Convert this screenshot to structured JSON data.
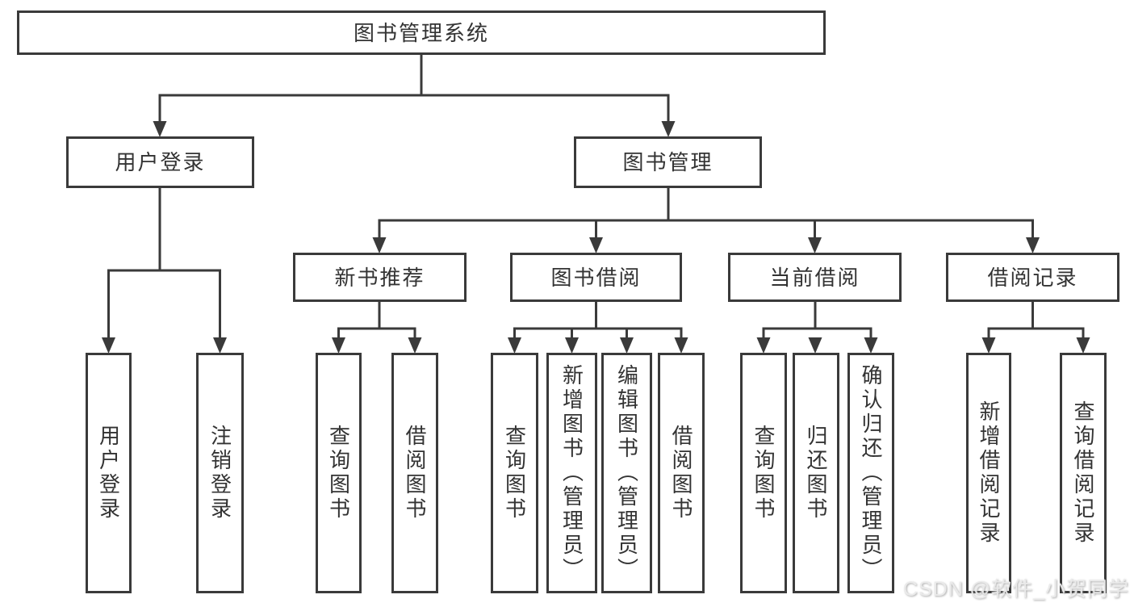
{
  "diagram": {
    "root": {
      "label": "图书管理系统"
    },
    "branches": [
      {
        "label": "用户登录",
        "children": [
          {
            "label": "用户登录"
          },
          {
            "label": "注销登录"
          }
        ]
      },
      {
        "label": "图书管理",
        "sections": [
          {
            "label": "新书推荐",
            "children": [
              {
                "label": "查询图书"
              },
              {
                "label": "借阅图书"
              }
            ]
          },
          {
            "label": "图书借阅",
            "children": [
              {
                "label": "查询图书"
              },
              {
                "label": "新增图书（管理员）"
              },
              {
                "label": "编辑图书（管理员）"
              },
              {
                "label": "借阅图书"
              }
            ]
          },
          {
            "label": "当前借阅",
            "children": [
              {
                "label": "查询图书"
              },
              {
                "label": "归还图书"
              },
              {
                "label": "确认归还（管理员）"
              }
            ]
          },
          {
            "label": "借阅记录",
            "children": [
              {
                "label": "新增借阅记录"
              },
              {
                "label": "查询借阅记录"
              }
            ]
          }
        ]
      }
    ]
  },
  "watermark": "CSDN @软件_小贺同学",
  "colors": {
    "line": "#3a3a3a",
    "text": "#333333",
    "node_background": "#ffffff",
    "watermark_gray": "#ebebeb"
  }
}
